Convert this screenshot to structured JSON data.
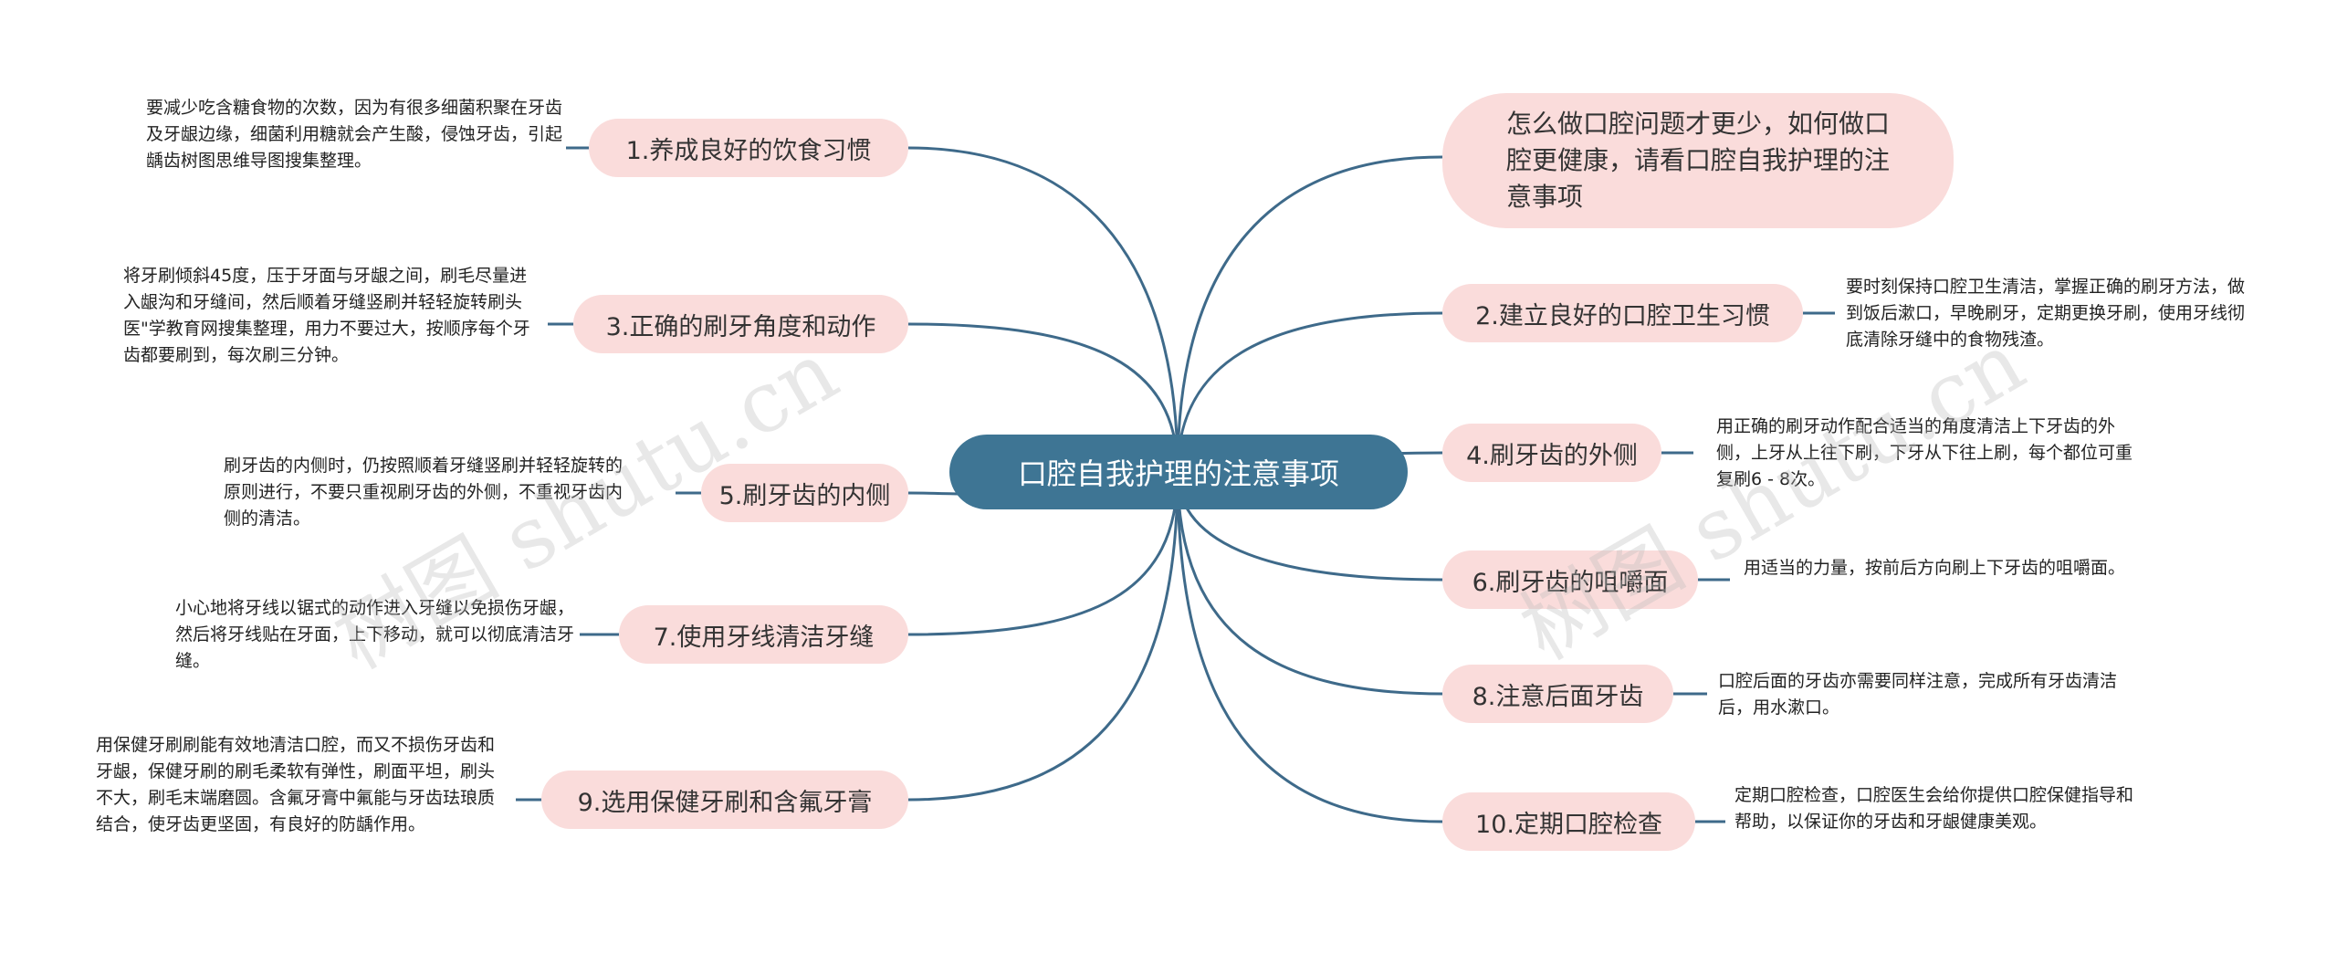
{
  "root": {
    "title": "口腔自我护理的注意事项"
  },
  "branches": {
    "b1": {
      "label": "1.养成良好的饮食习惯",
      "note": "要减少吃含糖食物的次数，因为有很多细菌积聚在牙齿及牙龈边缘，细菌利用糖就会产生酸，侵蚀牙齿，引起龋齿树图思维导图搜集整理。"
    },
    "b3": {
      "label": "3.正确的刷牙角度和动作",
      "note": "将牙刷倾斜45度，压于牙面与牙龈之间，刷毛尽量进入龈沟和牙缝间，然后顺着牙缝竖刷并轻轻旋转刷头医\"学教育网搜集整理，用力不要过大，按顺序每个牙齿都要刷到，每次刷三分钟。"
    },
    "b5": {
      "label": "5.刷牙齿的内侧",
      "note": "刷牙齿的内侧时，仍按照顺着牙缝竖刷并轻轻旋转的原则进行，不要只重视刷牙齿的外侧，不重视牙齿内侧的清洁。"
    },
    "b7": {
      "label": "7.使用牙线清洁牙缝",
      "note": "小心地将牙线以锯式的动作进入牙缝以免损伤牙龈，然后将牙线贴在牙面，上下移动，就可以彻底清洁牙缝。"
    },
    "b9": {
      "label": "9.选用保健牙刷和含氟牙膏",
      "note": "用保健牙刷刷能有效地清洁口腔，而又不损伤牙齿和牙龈，保健牙刷的刷毛柔软有弹性，刷面平坦，刷头不大，刷毛末端磨圆。含氟牙膏中氟能与牙齿珐琅质结合，使牙齿更坚固，有良好的防龋作用。"
    },
    "intro": {
      "label": "怎么做口腔问题才更少，如何做口腔更健康，请看口腔自我护理的注意事项"
    },
    "b2": {
      "label": "2.建立良好的口腔卫生习惯",
      "note": "要时刻保持口腔卫生清洁，掌握正确的刷牙方法，做到饭后漱口，早晚刷牙，定期更换牙刷，使用牙线彻底清除牙缝中的食物残渣。"
    },
    "b4": {
      "label": "4.刷牙齿的外侧",
      "note": "用正确的刷牙动作配合适当的角度清洁上下牙齿的外侧，上牙从上往下刷，下牙从下往上刷，每个都位可重复刷6 - 8次。"
    },
    "b6": {
      "label": "6.刷牙齿的咀嚼面",
      "note": "用适当的力量，按前后方向刷上下牙齿的咀嚼面。"
    },
    "b8": {
      "label": "8.注意后面牙齿",
      "note": "口腔后面的牙齿亦需要同样注意，完成所有牙齿清洁后，用水漱口。"
    },
    "b10": {
      "label": "10.定期口腔检查",
      "note": "定期口腔检查，口腔医生会给你提供口腔保健指导和帮助，以保证你的牙齿和牙龈健康美观。"
    }
  },
  "watermark": {
    "text": "树图 shutu.cn"
  },
  "colors": {
    "root": "#3e7594",
    "branch": "#fadcdb",
    "line": "#3e6a8a"
  }
}
